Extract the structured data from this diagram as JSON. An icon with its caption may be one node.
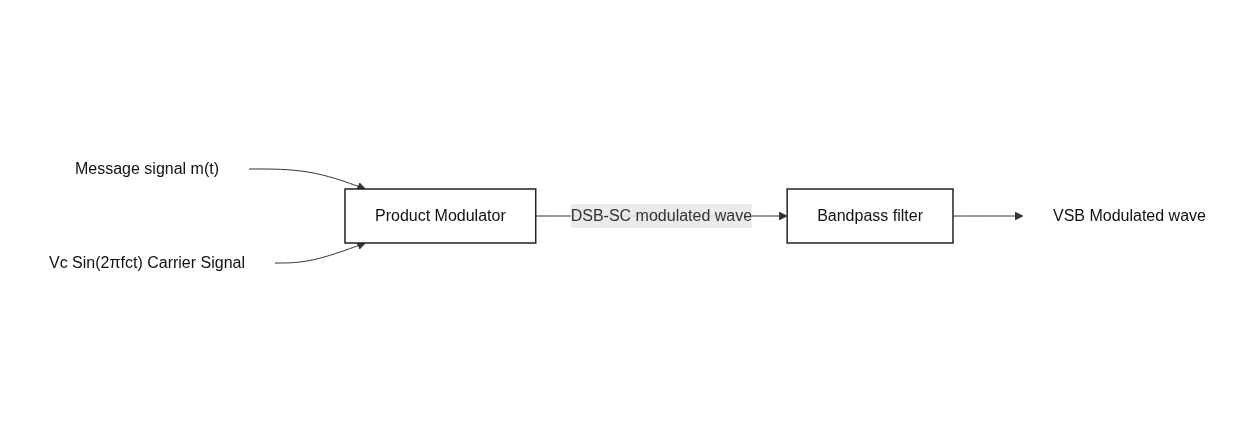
{
  "diagram": {
    "nodes": [
      {
        "text": [
          "Message signal m(t)"
        ]
      },
      {
        "text": [
          "Product Modulator"
        ]
      },
      {
        "text": [
          "Bandpass filter"
        ]
      },
      {
        "text": [
          "VSB Modulated wave"
        ]
      },
      {
        "text": [
          "Vc Sin(2πfct) Carrier Signal"
        ]
      }
    ],
    "edges": [
      {
        "from": 0,
        "to": 1,
        "arrow": "to"
      },
      {
        "from": 1,
        "to": 2,
        "arrow": "to",
        "label": "DSB-SC modulated wave"
      },
      {
        "from": 2,
        "to": 3,
        "arrow": "to"
      },
      {
        "from": 4,
        "to": 1,
        "arrow": "to"
      }
    ]
  }
}
